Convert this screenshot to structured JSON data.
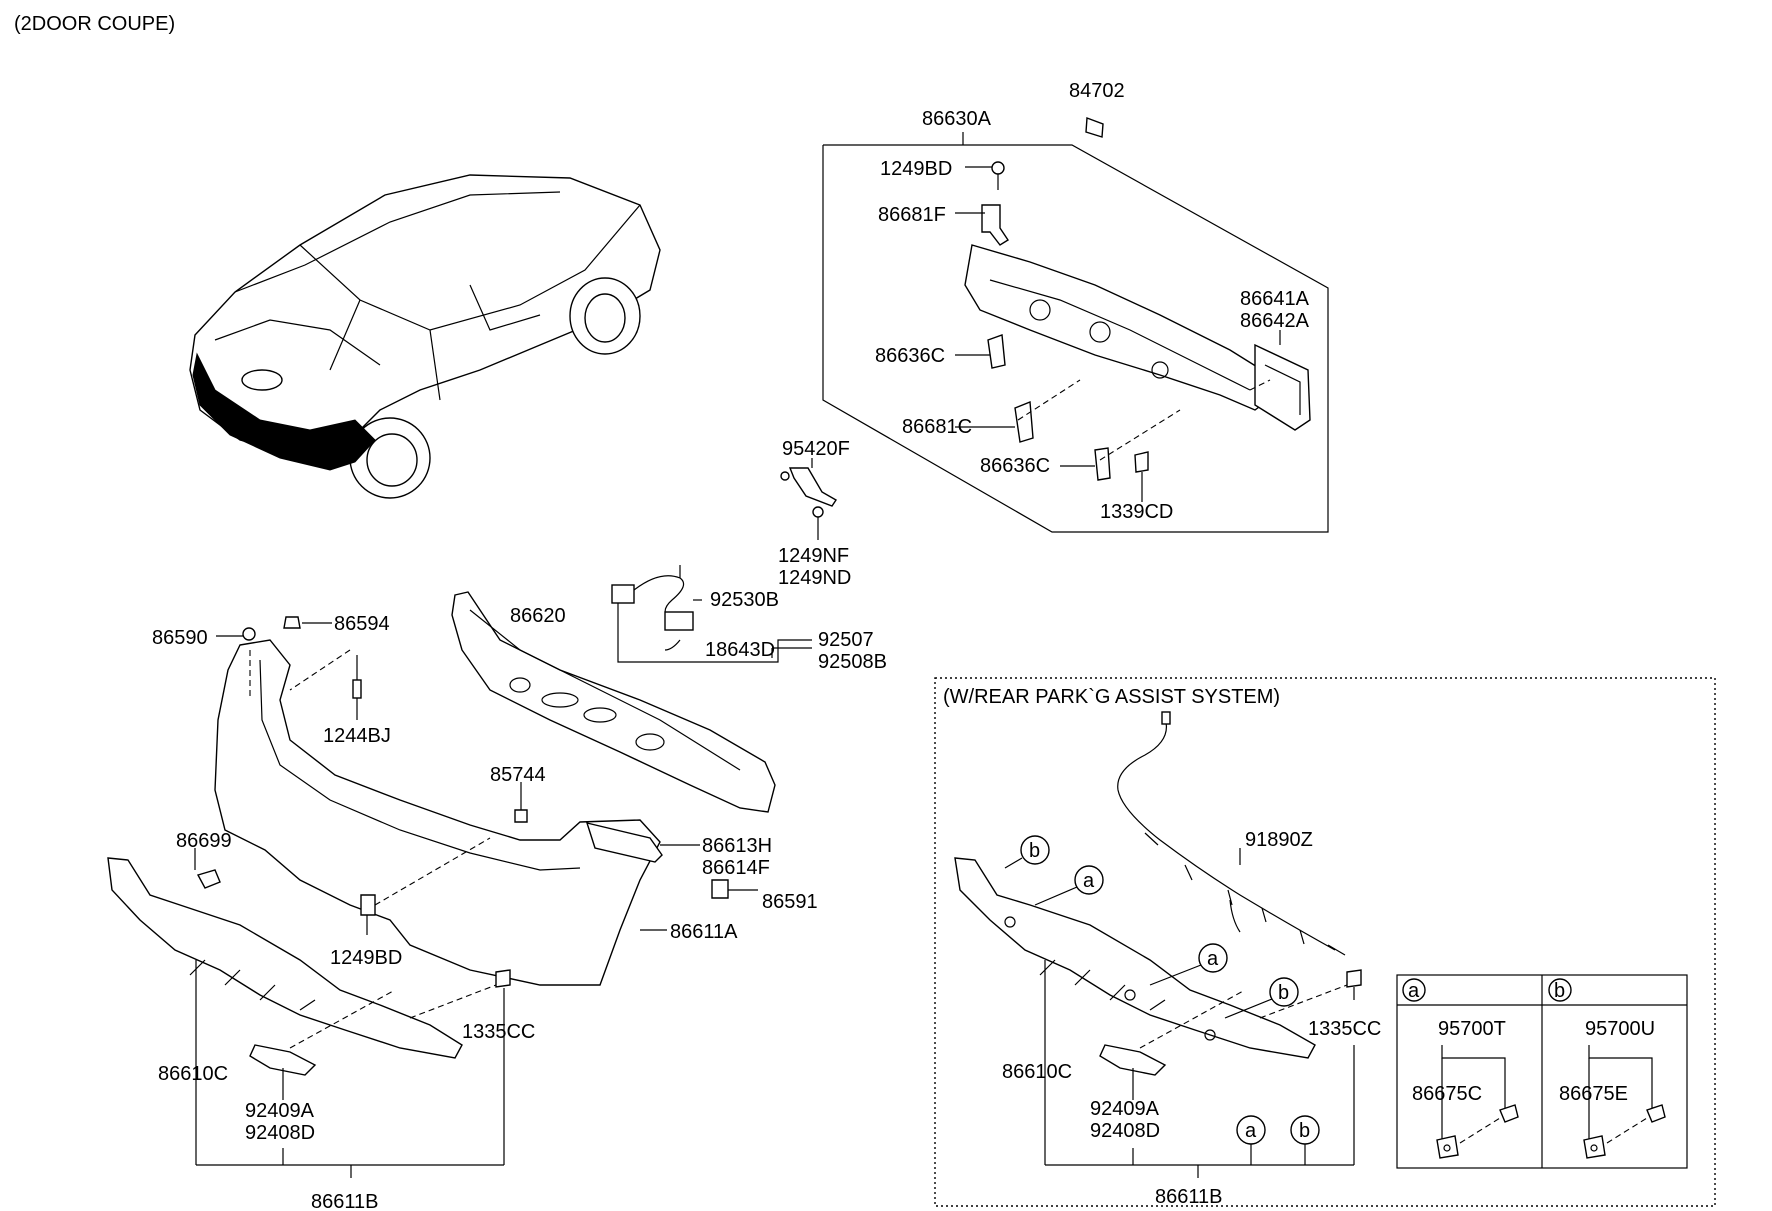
{
  "title": "(2DOOR COUPE)",
  "section_title": "(W/REAR PARK`G ASSIST SYSTEM)",
  "reinforcement_group": {
    "parts": [
      "86630A",
      "84702",
      "1249BD",
      "86681F",
      "86641A",
      "86642A",
      "86636C",
      "86681C",
      "86636C",
      "1339CD"
    ]
  },
  "wiring_group": {
    "parts": [
      "95420F",
      "1249NF",
      "1249ND",
      "92530B",
      "18643D",
      "92507",
      "92508B"
    ]
  },
  "main_group": {
    "parts": [
      "86590",
      "86594",
      "1244BJ",
      "86620",
      "85744",
      "86699",
      "86613H",
      "86614F",
      "86591",
      "1249BD",
      "86611A",
      "1335CC",
      "86610C",
      "92409A",
      "92408D",
      "86611B"
    ]
  },
  "park_assist_group": {
    "parts": [
      "91890Z",
      "1335CC",
      "86610C",
      "92409A",
      "92408D",
      "86611B"
    ],
    "circle_labels": [
      "b",
      "a",
      "a",
      "b",
      "a",
      "b"
    ]
  },
  "sensor_table": {
    "columns": [
      {
        "key": "a",
        "part_top": "95700T",
        "part_side": "86675C"
      },
      {
        "key": "b",
        "part_top": "95700U",
        "part_side": "86675E"
      }
    ]
  }
}
